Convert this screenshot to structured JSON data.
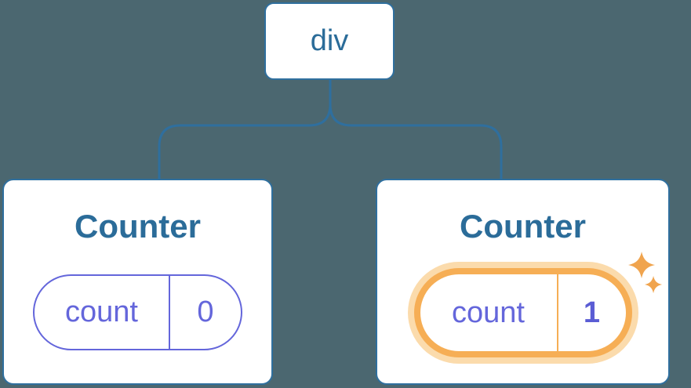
{
  "diagram": {
    "description": "React component tree: div root with two Counter children holding count state",
    "colors": {
      "background": "#4B6770",
      "line_blue": "#2F6F9E",
      "text_blue": "#2B6C99",
      "purple": "#6466DB",
      "value_purple": "#5A5CD4",
      "orange": "#F6AE55",
      "orange_glow": "#FBDBAC",
      "sparkle": "#F0A44E"
    },
    "root": {
      "label": "div"
    },
    "children": [
      {
        "title": "Counter",
        "state": {
          "key": "count",
          "value": "0"
        },
        "highlighted": false
      },
      {
        "title": "Counter",
        "state": {
          "key": "count",
          "value": "1"
        },
        "highlighted": true
      }
    ]
  }
}
